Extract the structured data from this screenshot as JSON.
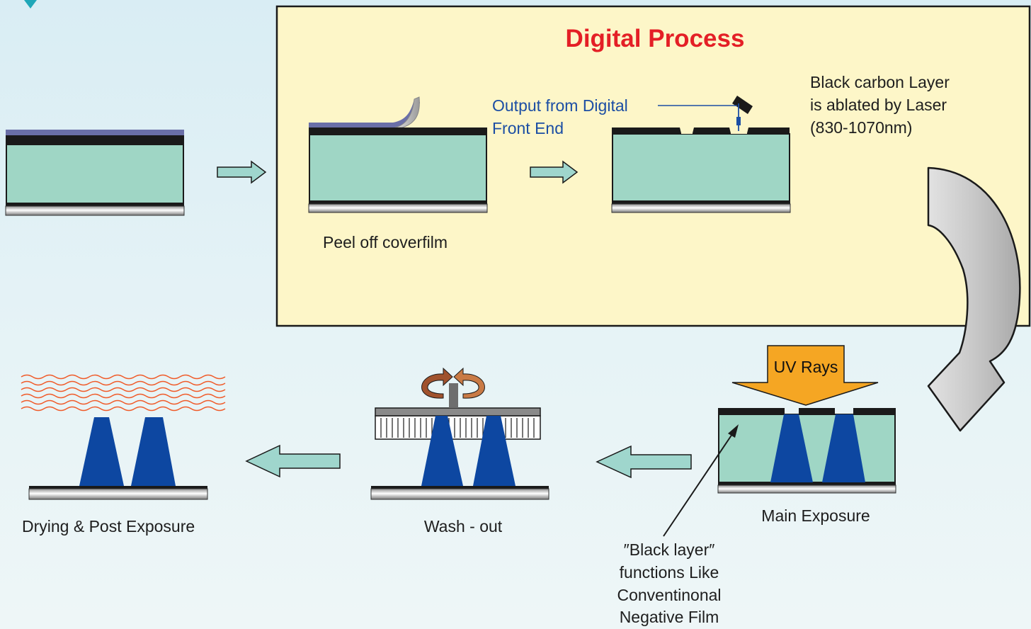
{
  "diagram": {
    "title": "Digital Process",
    "output_label": [
      "Output from Digital",
      "Front End"
    ],
    "ablation_label": [
      "Black carbon Layer",
      "is ablated by Laser",
      "(830-1070nm)"
    ],
    "peel_label": "Peel off coverfilm",
    "uv_label": "UV Rays",
    "main_exposure_label": "Main Exposure",
    "black_layer_note": [
      "″Black layer″",
      "functions Like",
      "Conventinonal",
      "Negative Film"
    ],
    "washout_label": "Wash - out",
    "drying_label": "Drying & Post Exposure"
  },
  "colors": {
    "title": "#e41f26",
    "panel": "#fdf6c8",
    "plate": "#9fd6c5",
    "black_layer": "#1a1a1a",
    "coverfilm": "#6a6fa8",
    "relief": "#0d47a1",
    "arrow": "#9fd6cd",
    "uv": "#f5a623",
    "heat_waves": "#f05a28",
    "label_blue": "#1c4ea4",
    "rotate_arrows": "#a0522d"
  }
}
